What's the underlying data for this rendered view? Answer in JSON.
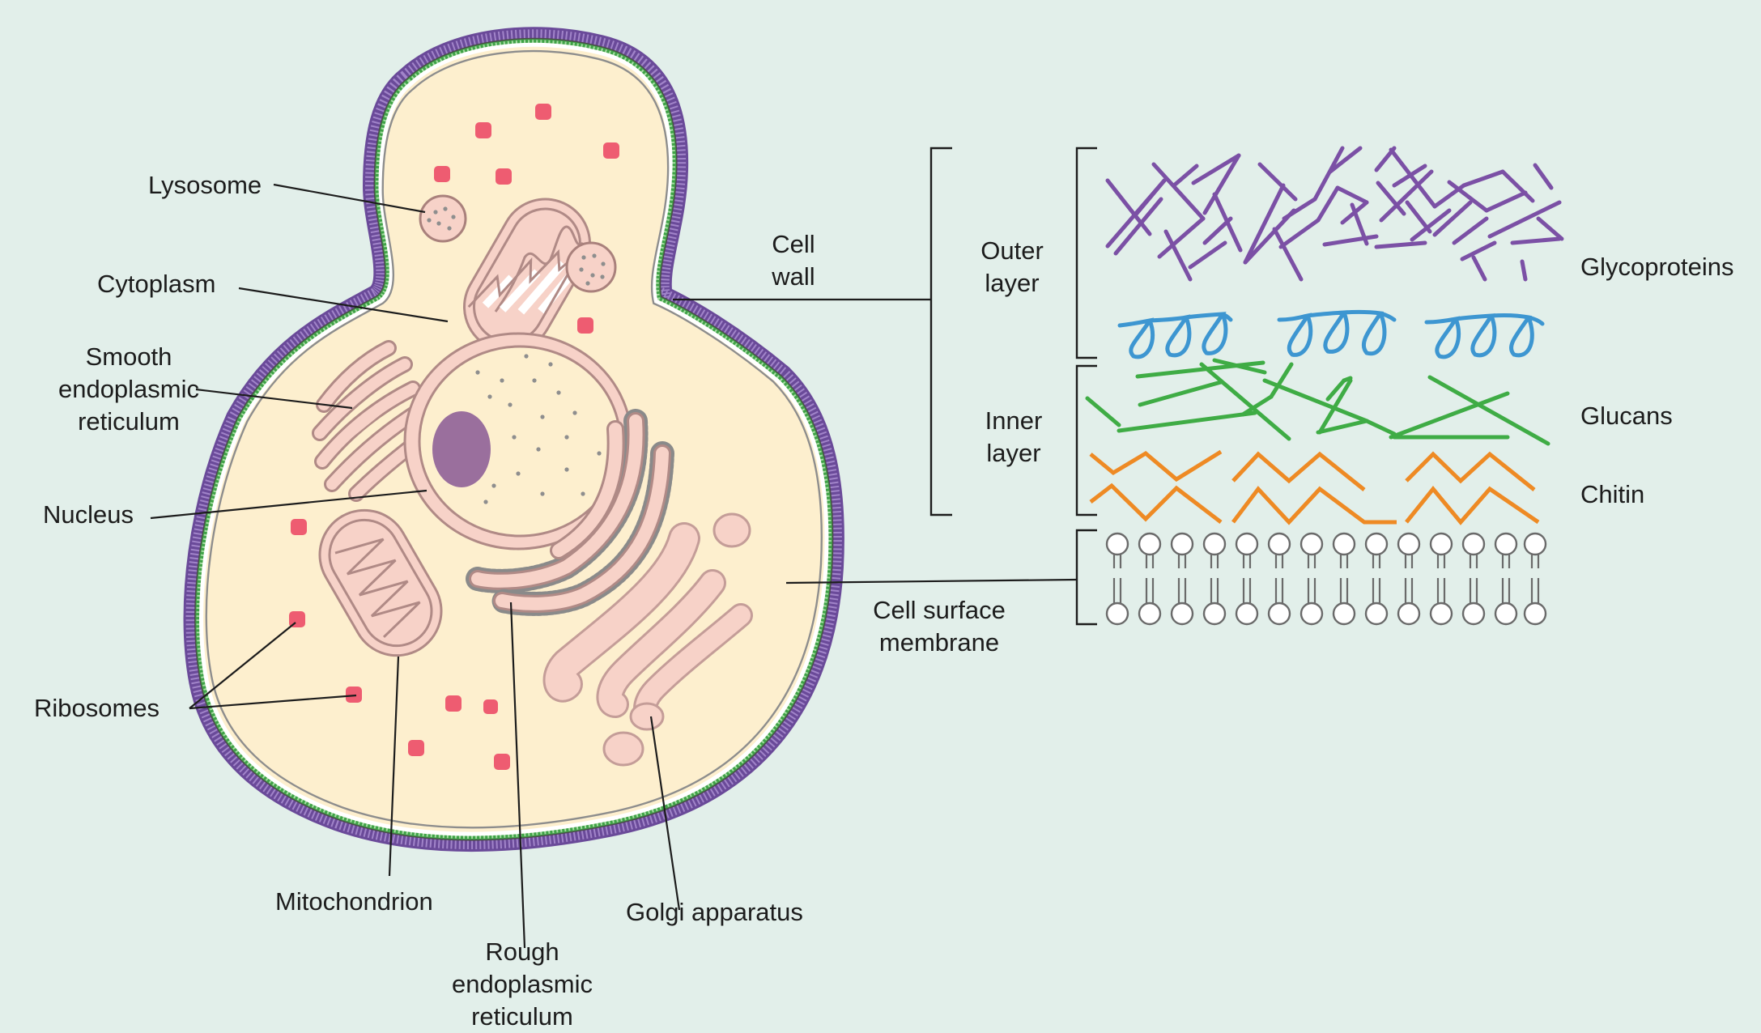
{
  "labels": {
    "lysosome": "Lysosome",
    "cytoplasm": "Cytoplasm",
    "smooth_er": [
      "Smooth",
      "endoplasmic",
      "reticulum"
    ],
    "nucleus": "Nucleus",
    "ribosomes": "Ribosomes",
    "mitochondrion": "Mitochondrion",
    "rough_er": [
      "Rough",
      "endoplasmic",
      "reticulum"
    ],
    "golgi": "Golgi apparatus",
    "cell_wall": [
      "Cell",
      "wall"
    ],
    "cell_surface_membrane": [
      "Cell surface",
      "membrane"
    ],
    "outer_layer": [
      "Outer",
      "layer"
    ],
    "inner_layer": [
      "Inner",
      "layer"
    ],
    "glycoproteins": "Glycoproteins",
    "glucans": "Glucans",
    "chitin": "Chitin"
  },
  "colors": {
    "background": "#e2efea",
    "cell_wall_outer": "#7a56a8",
    "cell_wall_inner": "#4fad55",
    "cytoplasm": "#fdefce",
    "organelle": "#f7d2c8",
    "organelle_outline": "#b58c86",
    "nucleolus": "#9a6f9d",
    "ribosome": "#ee5c71",
    "glycoprotein": "#7b50a5",
    "helix": "#3d96d1",
    "glucan": "#3fac45",
    "chitin": "#ee8a24",
    "membrane": "#888888"
  }
}
